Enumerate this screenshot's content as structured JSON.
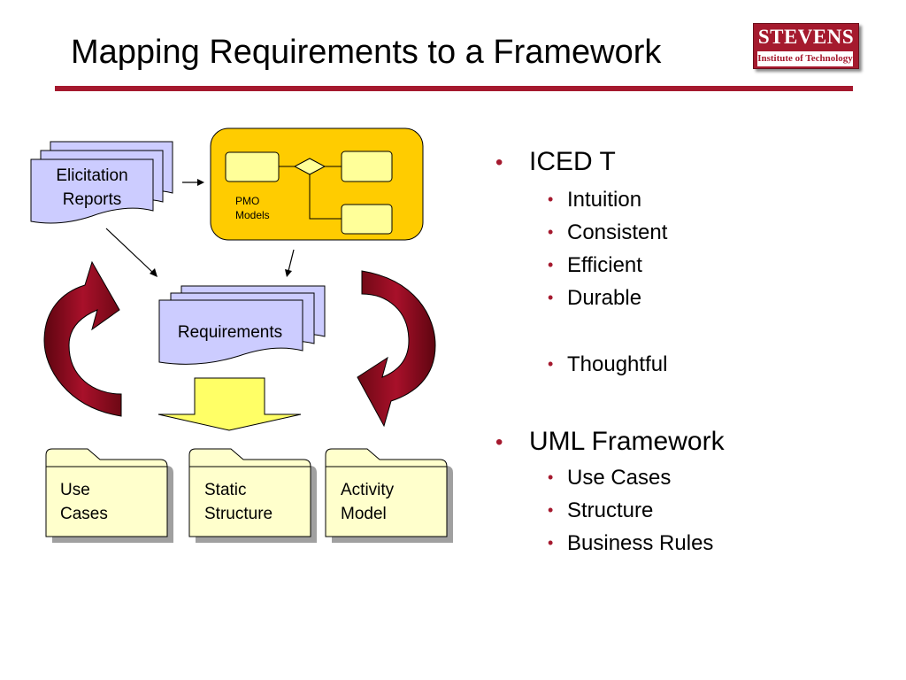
{
  "title": "Mapping Requirements to a Framework",
  "logo": {
    "name": "STEVENS",
    "subtitle": "Institute of Technology"
  },
  "diagram": {
    "elicitation": [
      "Elicitation",
      "Reports"
    ],
    "pmo": [
      "PMO",
      "Models"
    ],
    "requirements": "Requirements",
    "folders": [
      [
        "Use",
        "Cases"
      ],
      [
        "Static",
        "Structure"
      ],
      [
        "Activity",
        "Model"
      ]
    ]
  },
  "bullets": [
    {
      "text": "ICED T",
      "children": [
        "Intuition",
        "Consistent",
        "Efficient",
        "Durable",
        "Thoughtful"
      ]
    },
    {
      "text": "UML Framework",
      "children": [
        "Use Cases",
        "Structure",
        "Business Rules"
      ]
    }
  ],
  "colors": {
    "accent": "#a5192e",
    "doc_fill": "#ccccff",
    "pmo_fill": "#ffcc00",
    "block_arrow": "#ffff66",
    "folder_fill": "#ffffcc",
    "cycle_arrow": "#8b0a1c"
  }
}
